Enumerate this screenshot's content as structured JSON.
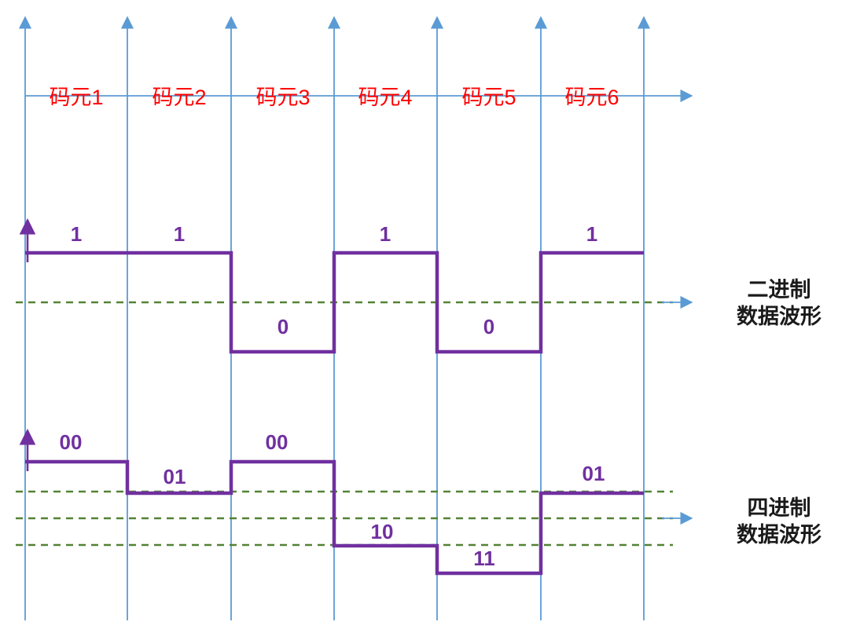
{
  "colors": {
    "axis_blue": "#5b9bd5",
    "symbol_red": "#ff0000",
    "wave_purple": "#7030a0",
    "threshold_green": "#548235",
    "title_black": "#1a1a1a"
  },
  "symbol_axis": {
    "labels": [
      "码元1",
      "码元2",
      "码元3",
      "码元4",
      "码元5",
      "码元6"
    ]
  },
  "binary_wave": {
    "bits": [
      "1",
      "1",
      "0",
      "1",
      "0",
      "1"
    ],
    "title": [
      "二进制",
      "数据波形"
    ]
  },
  "quaternary_wave": {
    "pairs": [
      "00",
      "01",
      "00",
      "10",
      "11",
      "01"
    ],
    "title": [
      "四进制",
      "数据波形"
    ]
  }
}
